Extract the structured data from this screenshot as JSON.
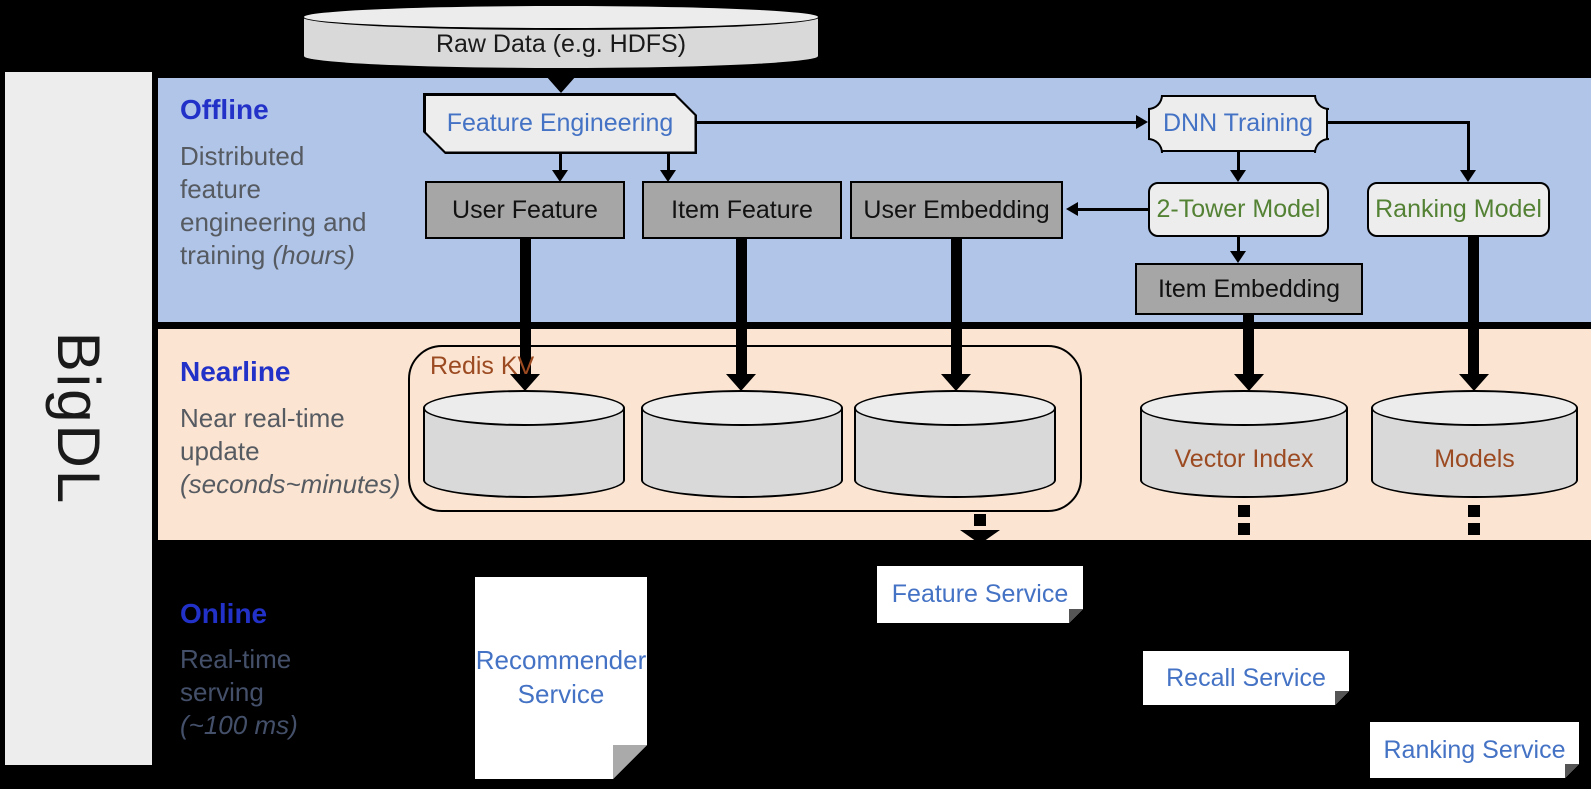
{
  "brand": {
    "name": "BigDL"
  },
  "raw_data": {
    "label": "Raw Data (e.g. HDFS)"
  },
  "sections": {
    "offline": {
      "title": "Offline",
      "line1": "Distributed",
      "line2": "feature",
      "line3": "engineering and",
      "line4_normal": "training ",
      "line4_italic": "(hours)"
    },
    "nearline": {
      "title": "Nearline",
      "line1": "Near real-time",
      "line2": "update",
      "line3_italic": "(seconds~minutes)"
    },
    "online": {
      "title": "Online",
      "line1": "Real-time",
      "line2": "serving",
      "line3_italic": "(~100 ms)"
    }
  },
  "nodes": {
    "feature_engineering": {
      "label": "Feature Engineering"
    },
    "dnn_training": {
      "label": "DNN Training"
    },
    "user_feature": {
      "label": "User Feature"
    },
    "item_feature": {
      "label": "Item Feature"
    },
    "user_embedding": {
      "label": "User Embedding"
    },
    "two_tower_model": {
      "label": "2-Tower Model"
    },
    "ranking_model": {
      "label": "Ranking Model"
    },
    "item_embedding": {
      "label": "Item Embedding"
    },
    "redis_kv": {
      "label": "Redis KV"
    },
    "vector_index": {
      "label": "Vector Index"
    },
    "models": {
      "label": "Models"
    },
    "recommender_service": {
      "label": "Recommender Service"
    },
    "feature_service": {
      "label": "Feature Service"
    },
    "recall_service": {
      "label": "Recall Service"
    },
    "ranking_service": {
      "label": "Ranking Service"
    }
  },
  "colors": {
    "background": "#000000",
    "offline_band": "#b1c5e8",
    "nearline_band": "#fbe5d2",
    "sidebar": "#ededed",
    "section_title_blue": "#2231c8",
    "desc_gray": "#565a61",
    "node_text_blue": "#4472c4",
    "node_text_green": "#548235",
    "node_text_brown": "#9c4a21",
    "gray_box_fill": "#a6a6a6",
    "light_box_fill": "#ededed",
    "cylinder_fill": "#d9d9d9"
  }
}
